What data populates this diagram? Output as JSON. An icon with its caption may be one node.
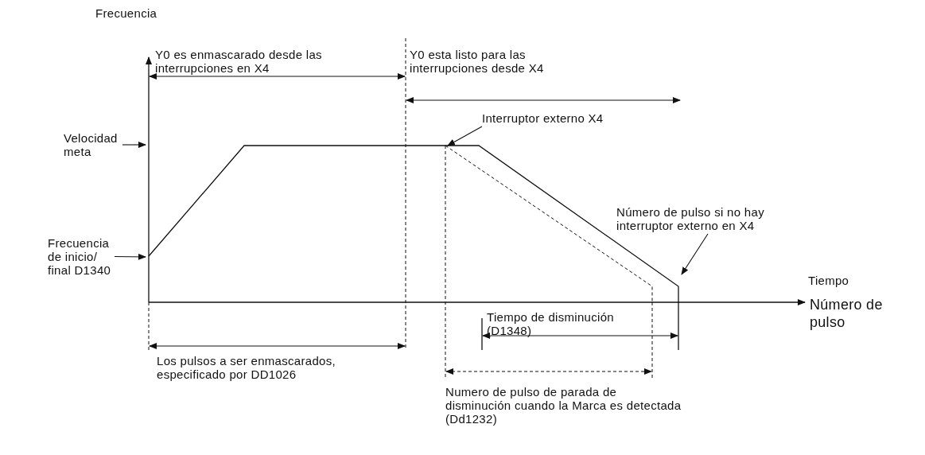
{
  "diagram": {
    "nodes": [
      {
        "text": [
          "Velocidad meta"
        ]
      },
      {
        "text": [
          "Frecuencia de inicio/ final D1340"
        ]
      },
      {
        "text": [
          "Interruptor externo X4"
        ]
      },
      {
        "text": [
          "Número de pulso si no hay interruptor externo en X4"
        ]
      }
    ],
    "edges": [
      {
        "from": 0,
        "to": null,
        "arrow": "to"
      },
      {
        "from": 1,
        "to": null,
        "arrow": "to"
      },
      {
        "from": 2,
        "to": null,
        "arrow": "to"
      },
      {
        "from": 3,
        "to": null,
        "arrow": "to"
      }
    ],
    "labels": [
      "Frecuencia",
      "Y0 es enmascarado desde las interrupciones en X4",
      "Y0 esta listo para las interrupciones desde X4",
      "Tiempo",
      "Número de pulso",
      "Tiempo de disminución (D1348)",
      "Los pulsos a ser enmascarados, especificado por DD1026",
      "Numero de pulso de parada de disminución cuando la Marca es detectada (Dd1232)"
    ]
  }
}
